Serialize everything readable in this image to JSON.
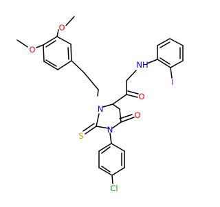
{
  "molecule": {
    "atoms": {
      "o_methoxy_upper": {
        "text": "O",
        "color": "#ff0000"
      },
      "o_methoxy_left": {
        "text": "O",
        "color": "#ff0000"
      },
      "nh_amide": {
        "text": "NH",
        "color": "#0000ff"
      },
      "o_amide": {
        "text": "O",
        "color": "#ff0000"
      },
      "iodine": {
        "text": "I",
        "color": "#9400d3"
      },
      "n_ring_upper": {
        "text": "N",
        "color": "#0000ff"
      },
      "n_ring_lower": {
        "text": "N",
        "color": "#0000ff"
      },
      "o_carbonyl": {
        "text": "O",
        "color": "#ff0000"
      },
      "sulfur": {
        "text": "S",
        "color": "#c8a000"
      },
      "chlorine": {
        "text": "Cl",
        "color": "#00a000"
      }
    }
  }
}
